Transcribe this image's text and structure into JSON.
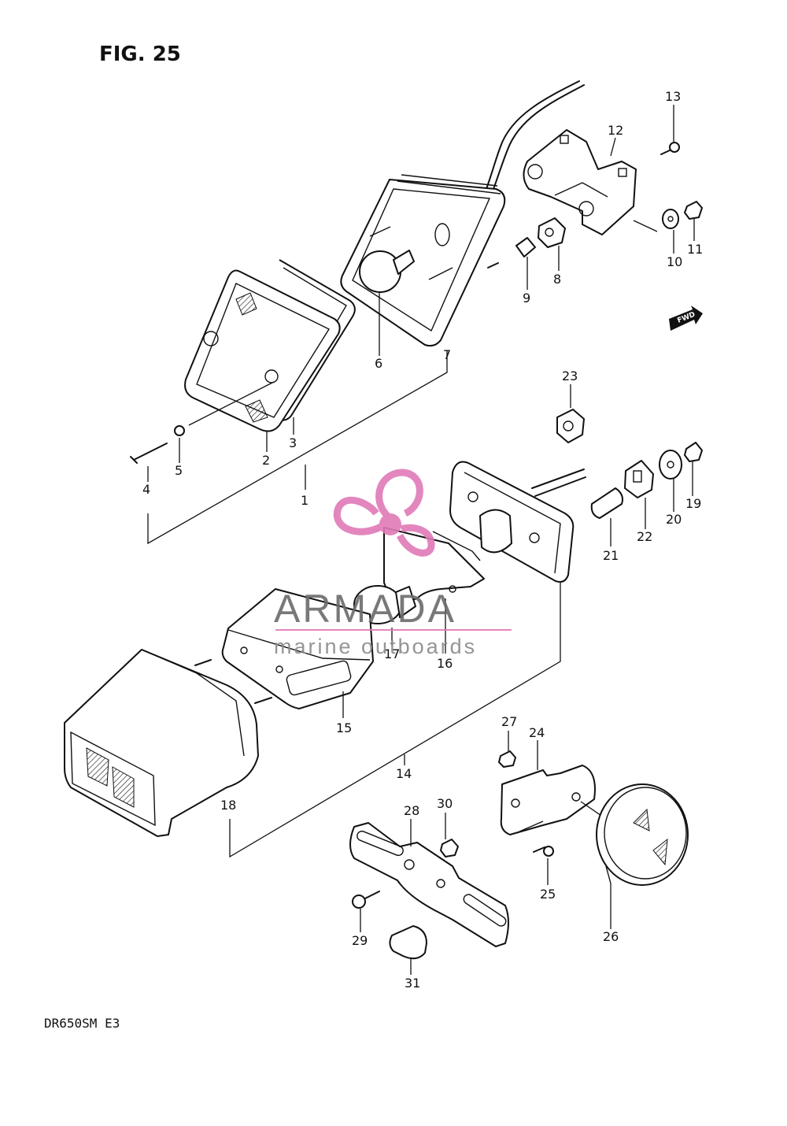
{
  "figure": {
    "title": "FIG. 25",
    "model": "DR650SM  E3"
  },
  "watermark": {
    "brand": "ARMADA",
    "subtitle": "marine outboards",
    "logo_color": "#e07ab8"
  },
  "direction_arrow": {
    "label": "FWD"
  },
  "callouts": [
    "1",
    "2",
    "3",
    "4",
    "5",
    "6",
    "7",
    "8",
    "9",
    "10",
    "11",
    "12",
    "13",
    "14",
    "15",
    "16",
    "17",
    "18",
    "19",
    "20",
    "21",
    "22",
    "23",
    "24",
    "25",
    "26",
    "27",
    "28",
    "29",
    "30",
    "31"
  ]
}
